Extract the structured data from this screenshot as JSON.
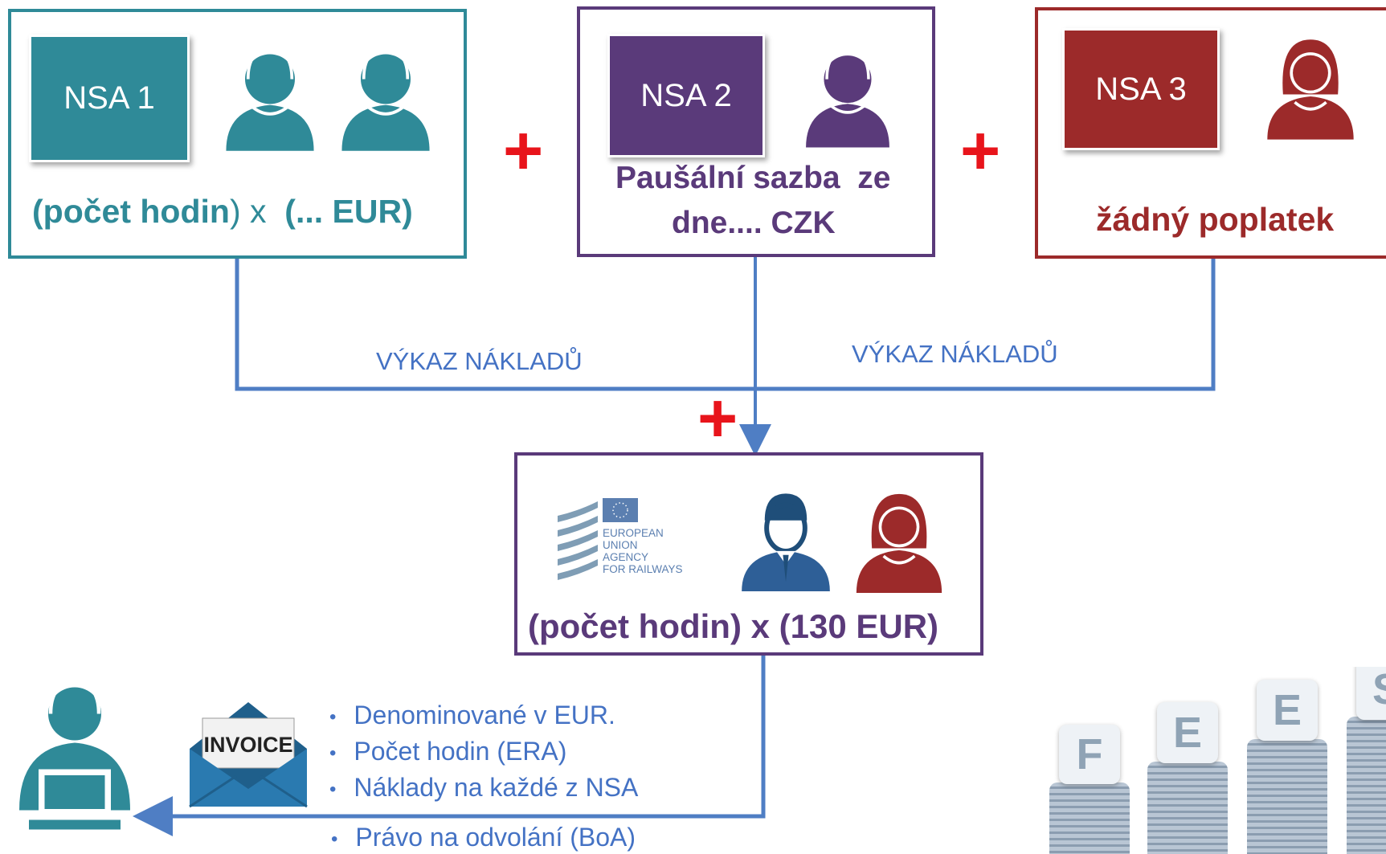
{
  "nsa1": {
    "tile": "NSA 1",
    "formula_a": "(počet hodin",
    "formula_b": ") x  ",
    "formula_c": "(... EUR)",
    "color": "#2f8a98"
  },
  "nsa2": {
    "tile": "NSA 2",
    "line1": "Paušální sazba  ze",
    "line2": "dne.... CZK",
    "color": "#5a3a7a"
  },
  "nsa3": {
    "tile": "NSA 3",
    "formula": "žádný poplatek",
    "color": "#9c2a2a"
  },
  "plus_sign": "+",
  "flow_left_label": "VÝKAZ NÁKLADŮ",
  "flow_right_label": "VÝKAZ NÁKLADŮ",
  "era": {
    "logo_lines": [
      "EUROPEAN",
      "UNION",
      "AGENCY",
      "FOR RAILWAYS"
    ],
    "formula": "(počet hodin) x (130 EUR)"
  },
  "invoice_label": "INVOICE",
  "bullets": [
    "Denominované v EUR.",
    "Počet hodin (ERA)",
    "Náklady na každé z NSA",
    "Právo na odvolání (BoA)"
  ],
  "fees_letters": [
    "F",
    "E",
    "E",
    "S"
  ],
  "colors": {
    "line": "#4f7ec4",
    "plus": "#e8141b",
    "era_border": "#5a3a7a",
    "era_text": "#5a3a7a"
  }
}
